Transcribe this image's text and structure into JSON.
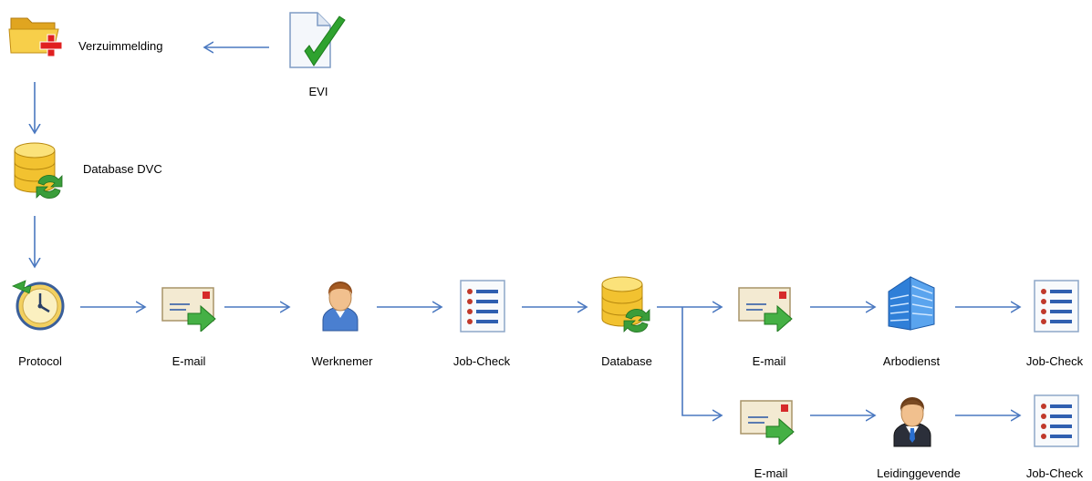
{
  "nodes": {
    "verzuimmelding": {
      "label": "Verzuimmelding",
      "icon": "folder-add-icon"
    },
    "evi": {
      "label": "EVI",
      "icon": "document-check-icon"
    },
    "database_dvc": {
      "label": "Database DVC",
      "icon": "database-sync-icon"
    },
    "protocol": {
      "label": "Protocol",
      "icon": "clock-back-icon"
    },
    "email_1": {
      "label": "E-mail",
      "icon": "email-forward-icon"
    },
    "werknemer": {
      "label": "Werknemer",
      "icon": "user-icon"
    },
    "jobcheck_1": {
      "label": "Job-Check",
      "icon": "checklist-icon"
    },
    "database": {
      "label": "Database",
      "icon": "database-sync-icon"
    },
    "email_2": {
      "label": "E-mail",
      "icon": "email-forward-icon"
    },
    "arbodienst": {
      "label": "Arbodienst",
      "icon": "building-icon"
    },
    "jobcheck_2": {
      "label": "Job-Check",
      "icon": "checklist-icon"
    },
    "email_3": {
      "label": "E-mail",
      "icon": "email-forward-icon"
    },
    "leidinggevende": {
      "label": "Leidinggevende",
      "icon": "manager-icon"
    },
    "jobcheck_3": {
      "label": "Job-Check",
      "icon": "checklist-icon"
    }
  },
  "edges": [
    {
      "from": "evi",
      "to": "verzuimmelding"
    },
    {
      "from": "verzuimmelding",
      "to": "database_dvc"
    },
    {
      "from": "database_dvc",
      "to": "protocol"
    },
    {
      "from": "protocol",
      "to": "email_1"
    },
    {
      "from": "email_1",
      "to": "werknemer"
    },
    {
      "from": "werknemer",
      "to": "jobcheck_1"
    },
    {
      "from": "jobcheck_1",
      "to": "database"
    },
    {
      "from": "database",
      "to": "email_2"
    },
    {
      "from": "email_2",
      "to": "arbodienst"
    },
    {
      "from": "arbodienst",
      "to": "jobcheck_2"
    },
    {
      "from": "database",
      "to": "email_3"
    },
    {
      "from": "email_3",
      "to": "leidinggevende"
    },
    {
      "from": "leidinggevende",
      "to": "jobcheck_3"
    }
  ],
  "colors": {
    "arrow": "#4a78c0",
    "folder": "#f5c33b",
    "check": "#3aa53a",
    "database": "#f2c230",
    "sync": "#3a9d3a",
    "building": "#3f8ee0",
    "list_bullet": "#c0392b",
    "list_line": "#2f5fb0"
  }
}
